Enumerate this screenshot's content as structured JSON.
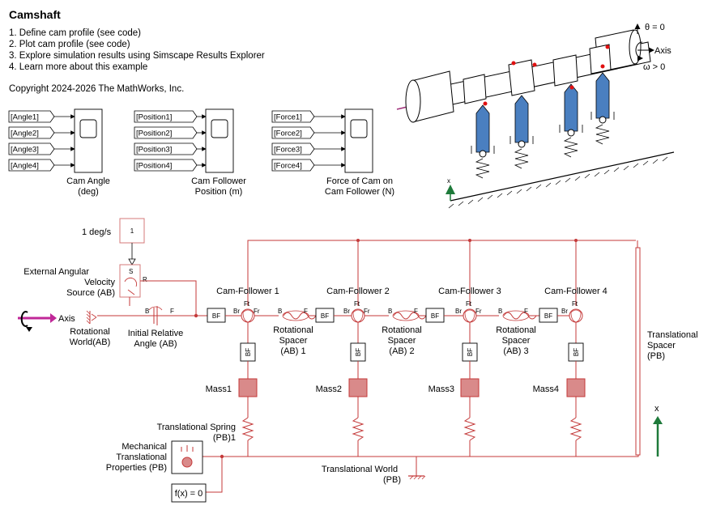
{
  "model": {
    "title": "Camshaft",
    "steps": [
      "1. Define cam profile (see code)",
      "2. Plot cam profile (see code)",
      "3. Explore simulation results using Simscape Results Explorer",
      "4. Learn more about this example"
    ],
    "copyright": "Copyright 2024-2026 The MathWorks, Inc."
  },
  "scopes": {
    "angle": {
      "inputs": [
        "[Angle1]",
        "[Angle2]",
        "[Angle3]",
        "[Angle4]"
      ],
      "label1": "Cam Angle",
      "label2": "(deg)"
    },
    "position": {
      "inputs": [
        "[Position1]",
        "[Position2]",
        "[Position3]",
        "[Position4]"
      ],
      "label1": "Cam Follower",
      "label2": "Position (m)"
    },
    "force": {
      "inputs": [
        "[Force1]",
        "[Force2]",
        "[Force3]",
        "[Force4]"
      ],
      "label1": "Force of Cam on",
      "label2": "Cam Follower (N)"
    }
  },
  "illustration": {
    "theta": "θ = 0",
    "axis": "Axis",
    "omega": "ω > 0",
    "x": "x"
  },
  "blocks": {
    "constant": {
      "label": "1 deg/s",
      "value": "1"
    },
    "source": {
      "label1": "External Angular",
      "label2": "Velocity",
      "label3": "Source (AB)",
      "port_s": "S",
      "port_r": "R"
    },
    "axis_label": "Axis",
    "rot_world": {
      "label1": "Rotational",
      "label2": "World(AB)"
    },
    "initial_angle": {
      "label1": "Initial Relative",
      "label2": "Angle (AB)",
      "port_b": "B",
      "port_f": "F"
    },
    "bf": "BF",
    "ports": {
      "ft": "Ft",
      "fr": "Fr",
      "br": "Br",
      "b": "B",
      "f": "F"
    },
    "cam_followers": [
      "Cam-Follower 1",
      "Cam-Follower 2",
      "Cam-Follower 3",
      "Cam-Follower 4"
    ],
    "spacers": [
      {
        "l1": "Rotational",
        "l2": "Spacer",
        "l3": "(AB) 1"
      },
      {
        "l1": "Rotational",
        "l2": "Spacer",
        "l3": "(AB) 2"
      },
      {
        "l1": "Rotational",
        "l2": "Spacer",
        "l3": "(AB) 3"
      }
    ],
    "masses": [
      "Mass1",
      "Mass2",
      "Mass3",
      "Mass4"
    ],
    "spring": {
      "label1": "Translational Spring",
      "label2": "(PB)1"
    },
    "mech_props": {
      "label1": "Mechanical",
      "label2": "Translational",
      "label3": "Properties (PB)"
    },
    "solver": "f(x) = 0",
    "trans_world": {
      "label1": "Translational World",
      "label2": "(PB)"
    },
    "trans_spacer": {
      "label1": "Translational",
      "label2": "Spacer",
      "label3": "(PB)"
    },
    "x_label": "x"
  },
  "colors": {
    "conn": "#c43a3a",
    "block_border": "#d47a7a",
    "mass_fill": "#d98a8a",
    "follower": "#4a7fc0",
    "x_arrow": "#1e7a3a",
    "axis_arrow": "#c02898"
  }
}
